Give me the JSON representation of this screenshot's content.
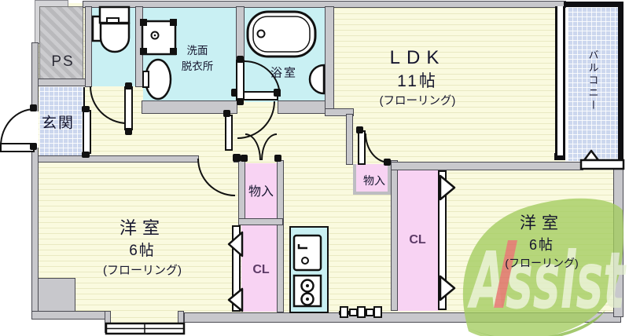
{
  "plan": {
    "rooms": {
      "ps": {
        "label": "PS"
      },
      "entrance": {
        "label": "玄関"
      },
      "washroom": {
        "line1": "洗面",
        "line2": "脱衣所"
      },
      "bathroom": {
        "label": "浴室"
      },
      "ldk": {
        "name": "LDK",
        "size": "11帖",
        "floor": "(フローリング)"
      },
      "balcony": {
        "label": "バルコニー"
      },
      "storage_hall": {
        "label": "物入"
      },
      "storage_ldk": {
        "label": "物入"
      },
      "bedroom_left": {
        "name": "洋室",
        "size": "6帖",
        "floor": "(フローリング)"
      },
      "bedroom_right": {
        "name": "洋室",
        "size": "6帖",
        "floor": "(フローリング)"
      },
      "closet_left": {
        "label": "CL"
      },
      "closet_right": {
        "label": "CL"
      }
    },
    "watermark": {
      "text": "Assist"
    },
    "colors": {
      "flooring": "#f8f8d8",
      "wet_area": "#c9f0f3",
      "closet_pink": "#f8d3f3",
      "tile_blue": "#ccd7ee",
      "wall_gray": "#c8c8cc",
      "logo_green": "#a3cd5f",
      "logo_red": "#e25c5c"
    }
  }
}
